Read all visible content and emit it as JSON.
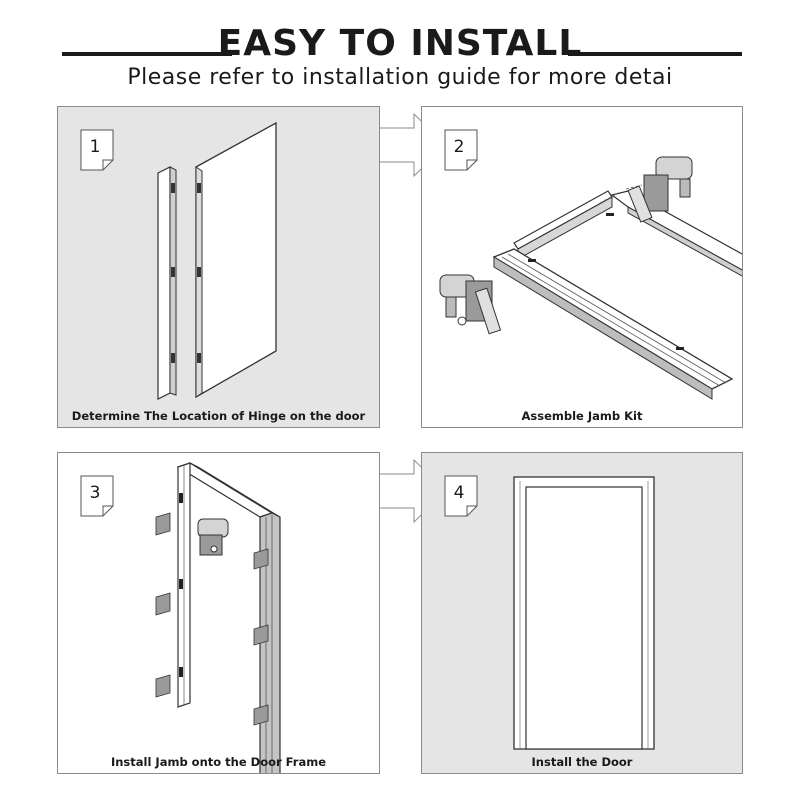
{
  "header": {
    "title": "EASY TO INSTALL",
    "subtitle": "Please refer to installation guide for more detai"
  },
  "steps": [
    {
      "number": "1",
      "caption": "Determine The Location of Hinge on the door"
    },
    {
      "number": "2",
      "caption": "Assemble Jamb Kit"
    },
    {
      "number": "3",
      "caption": "Install Jamb onto the Door Frame"
    },
    {
      "number": "4",
      "caption": "Install the Door"
    }
  ],
  "colors": {
    "panel_gray": "#e5e5e5",
    "panel_border": "#8a8a8a",
    "ink": "#1a1a1a"
  }
}
